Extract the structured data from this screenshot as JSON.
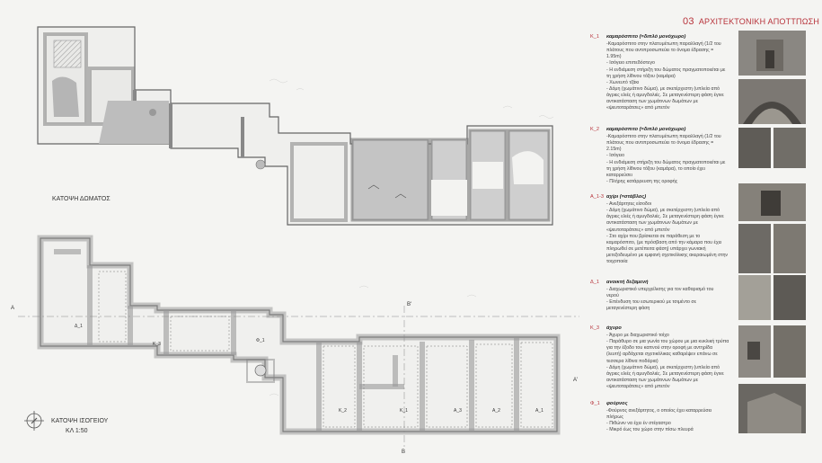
{
  "header": {
    "number": "03",
    "title": "ΑΡΧΙΤΕΚΤΟΝΙΚΗ ΑΠΟΤΤΠΩΣΗ"
  },
  "plan_labels": {
    "roof": "ΚΑΤΟΨΗ ΔΩΜΑΤΟΣ",
    "ground": "ΚΑΤΟΨΗ ΙΣΟΓΕΙΟΥ",
    "scale": "ΚΛ 1:50",
    "section_a": "Α",
    "section_a2": "Α'",
    "section_b": "Β",
    "section_b2": "Β'",
    "rooms": [
      "Δ_1",
      "Κ_3",
      "Φ_1",
      "Κ_2",
      "Κ_1",
      "Α_3",
      "Α_2",
      "Α_1"
    ]
  },
  "sections": [
    {
      "code": "Κ_1",
      "title": "καμαρόσπιτο (=διπλό μονόχωρο)",
      "lines": [
        "-Καμαρόσπιτο στην πλατυμέτωπη παραλλαγή (1/2 του",
        "πλάτους που αντιπροσωπεύει το όνομα έδρασης =",
        "1.95m)",
        "- Ισόγειο επιπεδόστεγο",
        "- Η ενδιάμεση στήριξη του δώματος πραγματοποιείται με",
        "τη χρήση λίθινου τόξου (καμάρα)",
        "- Χωνευτό τζάκι",
        "- Δόμη (χωμάτινο δώμα), με σκετέρχεστη (υπλεία από",
        "άγριες ελιές ή αμυγδαλιές. Σε μεταγενέστερη φάση έγινε",
        "αντικατάσταση των χωμάτινων δωμάτων με",
        "«ψευτοταράτσες» από μπετόν"
      ]
    },
    {
      "code": "Κ_2",
      "title": "καμαρόσπιτο (=διπλό μονόχωρο)",
      "lines": [
        "-Καμαρόσπιτο στην πλατυμέτωπη παραλλαγή (1/2 του",
        "πλάτους που αντιπροσωπεύει το όνομα έδρασης =",
        "2.15m)",
        "- Ισόγειο",
        "- Η ενδιάμεση στήριξη του δώματος πραγματοποιείται με",
        "τη χρήση λίθινου τόξου (καμάρα), το οποίο έχει",
        "καταρρεύσει",
        "- Πλήρης κατάρρευση της οροφής"
      ]
    },
    {
      "code": "Α_1-3",
      "title": "αχίρι (=στάβλος)",
      "lines": [
        "- Ανεξάρτητες είσοδοι",
        "- Δόμη (χωμάτινο δώμα), με σκετέρχεστη (υπλεία από",
        "άγριες ελιές ή αμυγδαλιές. Σε μεταγενέστερη φάση έγινε",
        "αντικατάσταση των χωμάτινων δωμάτων με",
        "«ψευτοταράτσες» από μπετόν",
        "- Στο αχίρι που βρίσκεται σε παράθεση με το",
        "καμαρόσπιτο, (με πρόσβαση από την κάμαρα που έχει",
        "πληρωθεί σε μετέπειτα φάση) υπάρχει γωνιακή",
        "μετεξοδευμένο με εμφανή σχετικόλικης ακεραιωμένη στην",
        "τοιχοποιία"
      ]
    },
    {
      "code": "Δ_1",
      "title": "ανοικτή δεξαμενή",
      "lines": [
        "- Διαχωριστικό υπερχείλισης για τον καθαρισμό του",
        "νερού",
        "- Επένδυση του εσωτερικού με τσιμέντο σε",
        "μεταγενέστερη φάση"
      ]
    },
    {
      "code": "Κ_3",
      "title": "άχυρο",
      "lines": [
        "- Άχυρο με διαχωριστικό τοίχο",
        "- Παράθυρο σε μια γωνία του χώρου με μια κυκλική τρύπα",
        "για την έξοδο του καπνού στην οροφή με αντηρίδα",
        "(λευτή) αρδάχεται σχετικόλικας καθαρέψεν επάνω σε",
        "τεσσερα λίθινα ποδάρια)",
        "- Δόμη (χωμάτινο δώμα), με σκετέρχεστη (υπλεία από",
        "άγριες ελιές ή αμυγδαλιές. Σε μεταγενέστερη φάση έγινε",
        "αντικατάσταση των χωμάτινων δωμάτων με",
        "«ψευτοταράτσες» από μπετόν"
      ]
    },
    {
      "code": "Φ_1",
      "title": "φούρνος",
      "lines": [
        "-Φούρνος ανεξάρτητος, ο οποίος έχει καταρρεύσει",
        "πλήρως",
        "- Πιθώνιν να έχει έν στέγαστρο",
        "- Μικρό έως του χώρο στην πίσω πλευρά"
      ]
    }
  ]
}
